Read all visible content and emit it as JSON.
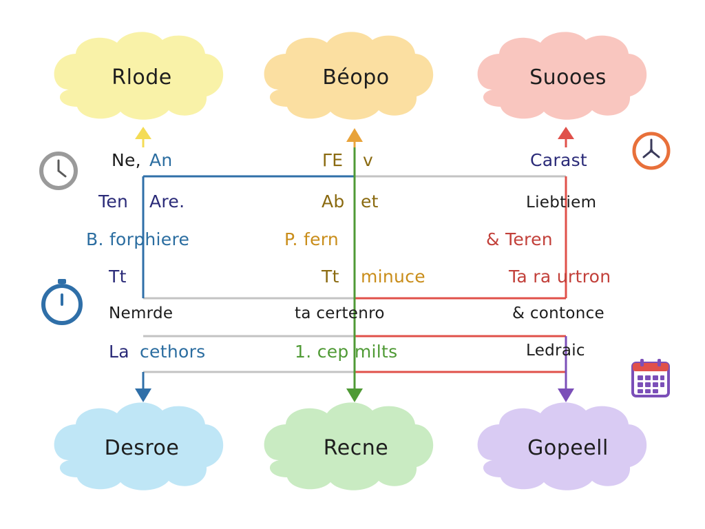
{
  "clouds": {
    "top_left": {
      "label": "Rlode",
      "color": "#f9f2a8"
    },
    "top_center": {
      "label": "Béopo",
      "color": "#fbdfa1"
    },
    "top_right": {
      "label": "Suooes",
      "color": "#f9c6bf"
    },
    "bottom_left": {
      "label": "Desroe",
      "color": "#bfe6f6"
    },
    "bottom_center": {
      "label": "Recne",
      "color": "#c9ebc2"
    },
    "bottom_right": {
      "label": "Gopeell",
      "color": "#d9cbf3"
    }
  },
  "rows": {
    "r1": {
      "left_a": "Ne,",
      "left_b": "An",
      "center_a": "ΓΕ",
      "center_b": "v",
      "right": "Carast"
    },
    "r2": {
      "left_a": "Ten",
      "left_b": "Are.",
      "center_a": "Ab",
      "center_b": "et",
      "right": "Liebtiem"
    },
    "r3": {
      "left": "B. forphiere",
      "center": "P. fern",
      "right": "& Teren"
    },
    "r4": {
      "left": "Tt",
      "center_a": "Tt",
      "center_b": "minuce",
      "right": "Ta ra urtron"
    },
    "r5": {
      "left": "Nemrde",
      "center": "ta certenro",
      "right": "& contonce"
    },
    "r6": {
      "left_a": "La",
      "left_b": "cethors",
      "center": "1. cep milts",
      "right": "Ledraic"
    }
  },
  "colors": {
    "blue": "#2f6fa8",
    "green": "#4f9a35",
    "red": "#e0504a",
    "orange": "#e8a33a",
    "yellow": "#f4dc55",
    "purple": "#7b4fb8",
    "gray": "#c3c3c3",
    "navy": "#2a2a78",
    "dark_text": "#1c1c1c",
    "olive_text": "#8a6a10",
    "gold_text": "#c98d1a",
    "red_text": "#c2403a",
    "teal_text": "#2b6da0",
    "green_text": "#4f9a35"
  },
  "icons": {
    "left_top": "clock-icon",
    "right_top": "clock-icon",
    "left_mid": "stopwatch-icon",
    "right_bottom": "calendar-icon"
  }
}
